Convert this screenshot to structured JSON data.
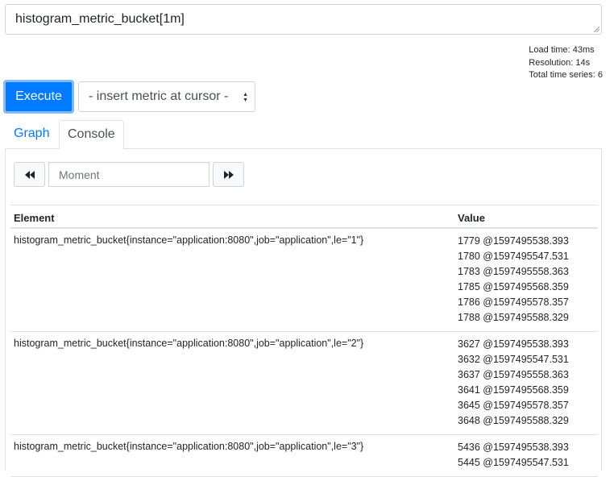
{
  "query": {
    "value": "histogram_metric_bucket[1m]"
  },
  "stats": {
    "load_time": "Load time: 43ms",
    "resolution": "Resolution: 14s",
    "total_series": "Total time series: 6"
  },
  "toolbar": {
    "execute_label": "Execute",
    "insert_metric_label": "- insert metric at cursor -"
  },
  "tabs": [
    {
      "label": "Graph"
    },
    {
      "label": "Console"
    }
  ],
  "console": {
    "moment_placeholder": "Moment",
    "prev_icon": "double-left-arrow-icon",
    "next_icon": "double-right-arrow-icon"
  },
  "table": {
    "headers": [
      "Element",
      "Value"
    ],
    "rows": [
      {
        "element": "histogram_metric_bucket{instance=\"application:8080\",job=\"application\",le=\"1\"}",
        "values": [
          "1779 @1597495538.393",
          "1780 @1597495547.531",
          "1783 @1597495558.363",
          "1785 @1597495568.359",
          "1786 @1597495578.357",
          "1788 @1597495588.329"
        ]
      },
      {
        "element": "histogram_metric_bucket{instance=\"application:8080\",job=\"application\",le=\"2\"}",
        "values": [
          "3627 @1597495538.393",
          "3632 @1597495547.531",
          "3637 @1597495558.363",
          "3641 @1597495568.359",
          "3645 @1597495578.357",
          "3648 @1597495588.329"
        ]
      },
      {
        "element": "histogram_metric_bucket{instance=\"application:8080\",job=\"application\",le=\"3\"}",
        "values": [
          "5436 @1597495538.393",
          "5445 @1597495547.531"
        ]
      }
    ]
  },
  "colors": {
    "accent": "#007bff",
    "border": "#dee2e6"
  }
}
